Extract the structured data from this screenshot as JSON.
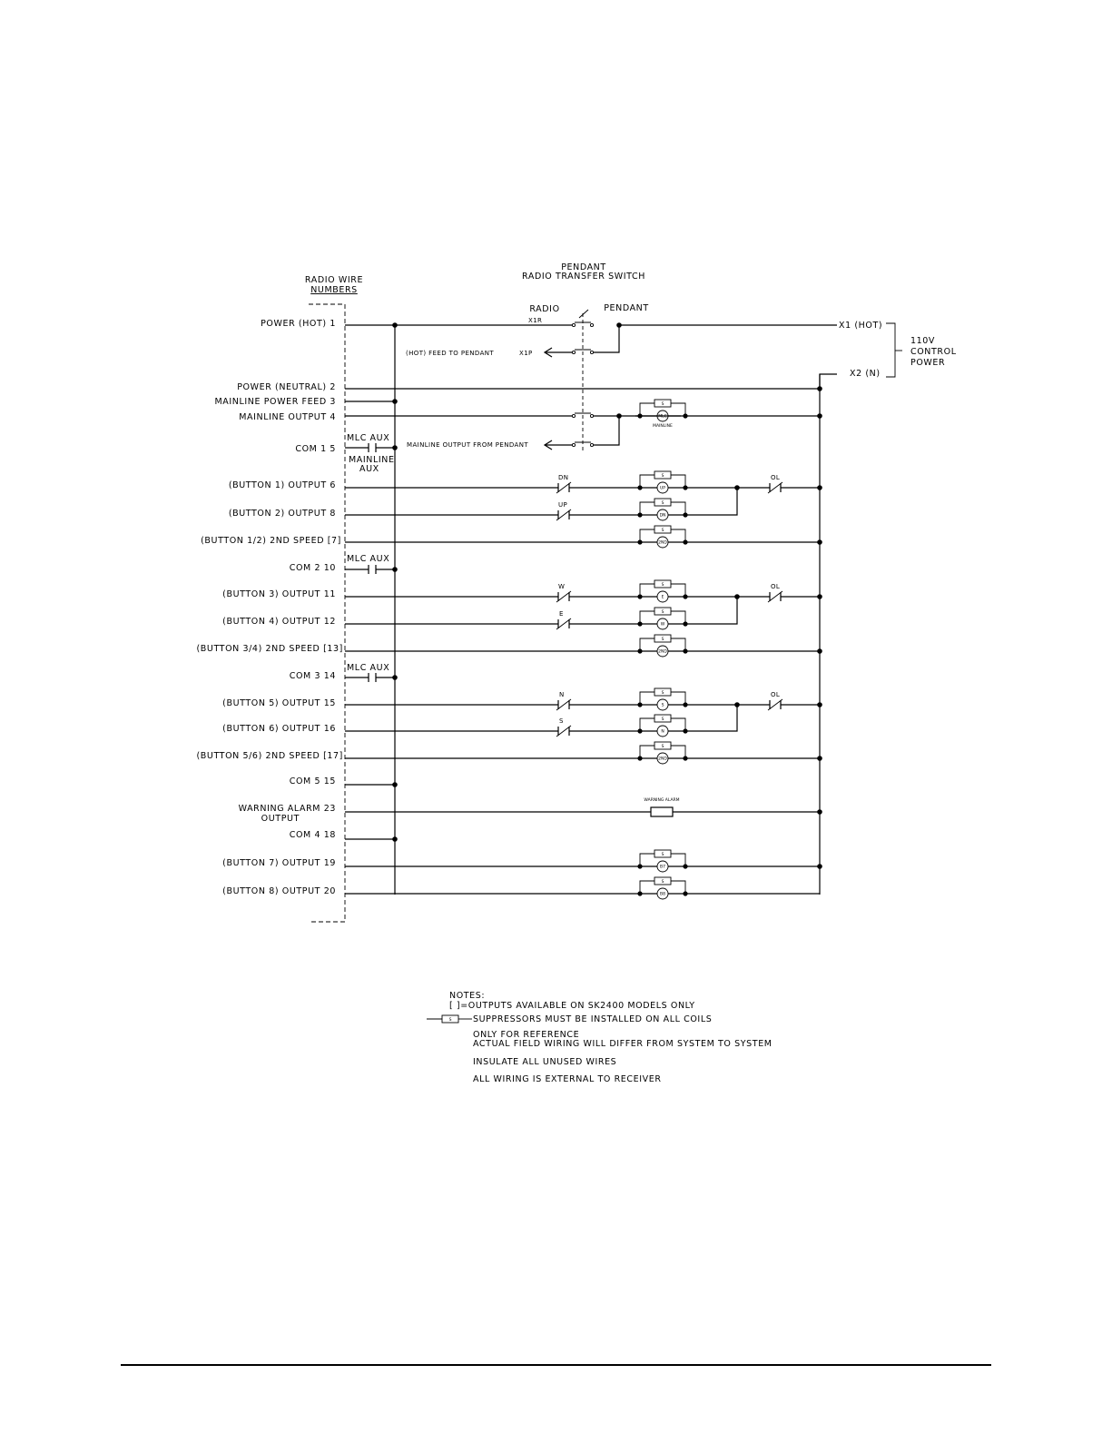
{
  "header": {
    "title_line1": "PENDANT",
    "title_line2": "RADIO TRANSFER SWITCH",
    "radio_wire_line1": "RADIO WIRE",
    "radio_wire_line2": "NUMBERS",
    "radio": "RADIO",
    "pendant": "PENDANT"
  },
  "rows": [
    {
      "label": "POWER (HOT) 1"
    },
    {
      "label": "POWER (NEUTRAL) 2"
    },
    {
      "label": "MAINLINE POWER FEED 3"
    },
    {
      "label": "MAINLINE OUTPUT 4"
    },
    {
      "label": "COM 1 5"
    },
    {
      "label": "(BUTTON 1) OUTPUT 6"
    },
    {
      "label": "(BUTTON 2) OUTPUT 8"
    },
    {
      "label": "(BUTTON 1/2) 2ND SPEED [7]"
    },
    {
      "label": "COM 2 10"
    },
    {
      "label": "(BUTTON 3) OUTPUT 11"
    },
    {
      "label": "(BUTTON 4) OUTPUT 12"
    },
    {
      "label": "(BUTTON 3/4) 2ND SPEED [13]"
    },
    {
      "label": "COM 3 14"
    },
    {
      "label": "(BUTTON 5) OUTPUT 15"
    },
    {
      "label": "(BUTTON 6) OUTPUT 16"
    },
    {
      "label": "(BUTTON 5/6) 2ND SPEED [17]"
    },
    {
      "label": "COM 5 15"
    },
    {
      "label": "WARNING ALARM 23"
    },
    {
      "label": "OUTPUT"
    },
    {
      "label": "COM 4 18"
    },
    {
      "label": "(BUTTON 7) OUTPUT 19"
    },
    {
      "label": "(BUTTON 8) OUTPUT 20"
    }
  ],
  "wires": {
    "x1r": "X1R",
    "x1p": "X1P",
    "hot_feed": "(HOT) FEED TO PENDANT",
    "mainline_from_pendant": "MAINLINE OUTPUT FROM PENDANT",
    "x1": "X1 (HOT)",
    "x2": "X2 (N)",
    "control_line1": "110V",
    "control_line2": "CONTROL",
    "control_line3": "POWER",
    "mlc_aux": "MLC AUX",
    "mainline_aux_line1": "MAINLINE",
    "mainline_aux_line2": "AUX",
    "warning_alarm": "WARNING ALARM"
  },
  "components": {
    "suppressor": "S",
    "contact_dn": "DN",
    "contact_up": "UP",
    "contact_w": "W",
    "contact_e": "E",
    "contact_n": "N",
    "contact_s": "S",
    "overload": "OL",
    "coil_mlc": "MLC",
    "coil_mlc_sub": "MAINLINE",
    "coil_up": "UP",
    "coil_dn": "DN",
    "coil_2nd": "2ND",
    "coil_e": "E",
    "coil_w": "W",
    "coil_s": "S",
    "coil_n": "N",
    "coil_b7": "B7",
    "coil_b8": "B8"
  },
  "notes": {
    "heading": "NOTES:",
    "line1": "[ ]=OUTPUTS AVAILABLE ON SK2400 MODELS ONLY",
    "line2": "SUPPRESSORS MUST BE INSTALLED ON ALL COILS",
    "line3": "ONLY FOR REFERENCE",
    "line4": "ACTUAL FIELD WIRING WILL DIFFER FROM SYSTEM TO SYSTEM",
    "line5": "INSULATE ALL UNUSED WIRES",
    "line6": "ALL WIRING IS EXTERNAL TO RECEIVER"
  }
}
